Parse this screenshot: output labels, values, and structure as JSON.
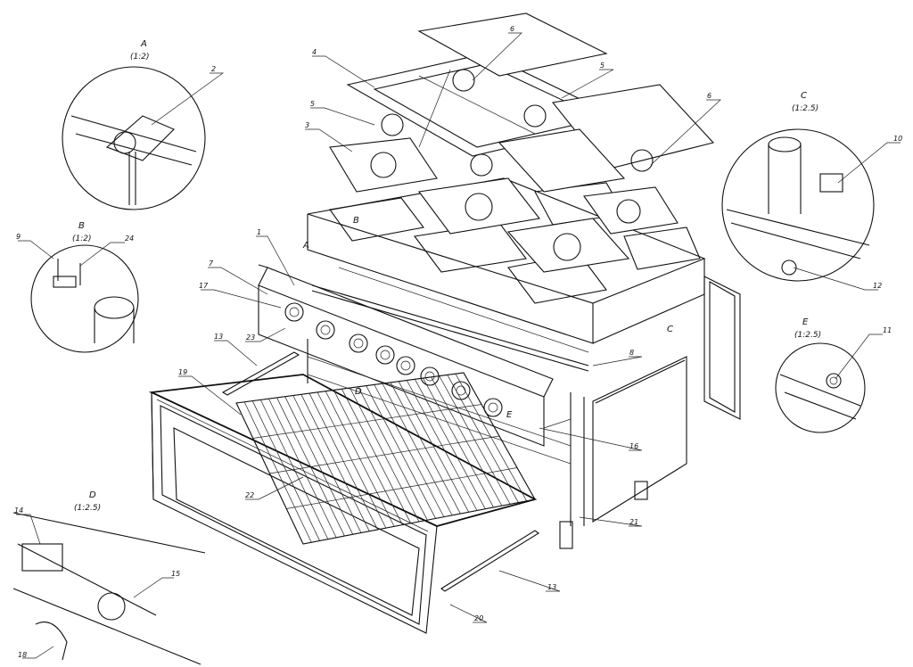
{
  "details": {
    "A": {
      "letter": "A",
      "scale": "(1:2)"
    },
    "B": {
      "letter": "B",
      "scale": "(1:2)"
    },
    "C": {
      "letter": "C",
      "scale": "(1:2.5)"
    },
    "D": {
      "letter": "D",
      "scale": "(1:2.5)"
    },
    "E": {
      "letter": "E",
      "scale": "(1:2.5)"
    }
  },
  "main_markers": {
    "A": "A",
    "B": "B",
    "C": "C",
    "D": "D",
    "E": "E"
  },
  "callouts": {
    "c1": "1",
    "c2": "2",
    "c3": "3",
    "c4": "4",
    "c5a": "5",
    "c5b": "5",
    "c6a": "6",
    "c6b": "6",
    "c7": "7",
    "c8": "8",
    "c9": "9",
    "c10": "10",
    "c11": "11",
    "c12": "12",
    "c13a": "13",
    "c13b": "13",
    "c14": "14",
    "c15": "15",
    "c16": "16",
    "c17": "17",
    "c18": "18",
    "c19": "19",
    "c20": "20",
    "c21": "21",
    "c22": "22",
    "c23": "23",
    "c24": "24"
  }
}
